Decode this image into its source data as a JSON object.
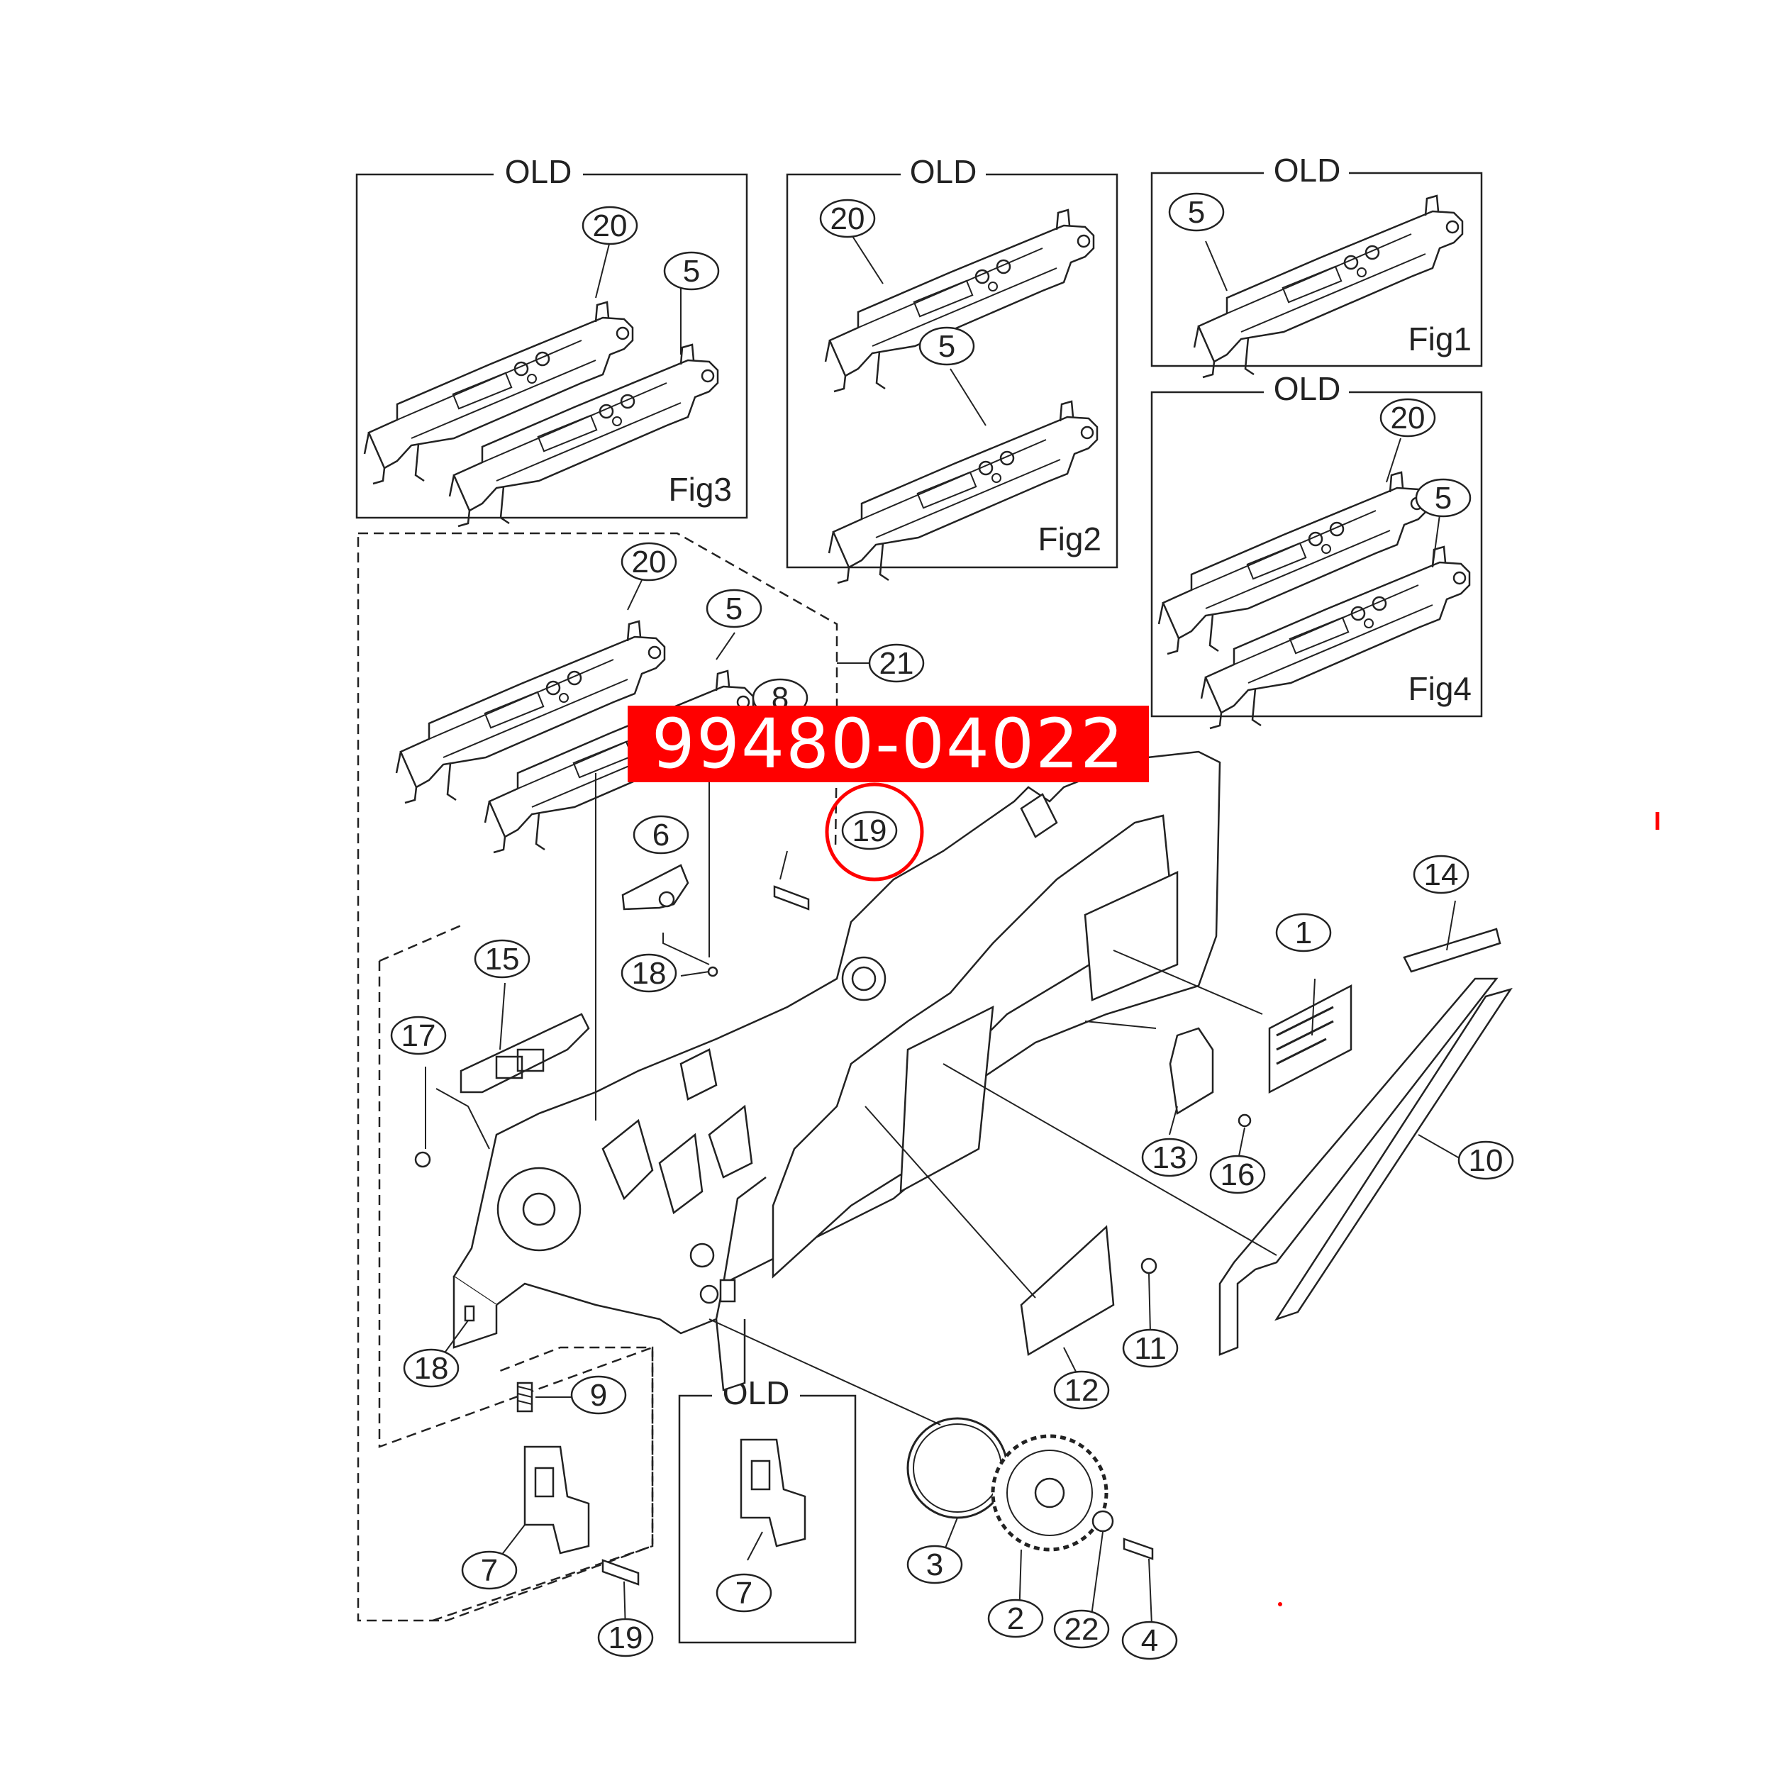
{
  "highlight": {
    "part_number": "99480-04022",
    "color": "#ff0000",
    "callout": "19"
  },
  "labels": {
    "old": "OLD",
    "fig1": "Fig1",
    "fig2": "Fig2",
    "fig3": "Fig3",
    "fig4": "Fig4"
  },
  "callouts": [
    "20",
    "5",
    "20",
    "5",
    "5",
    "20",
    "5",
    "20",
    "5",
    "21",
    "8",
    "19",
    "6",
    "18",
    "15",
    "17",
    "1",
    "14",
    "13",
    "16",
    "10",
    "11",
    "12",
    "18",
    "9",
    "7",
    "7",
    "3",
    "2",
    "22",
    "4",
    "19"
  ]
}
